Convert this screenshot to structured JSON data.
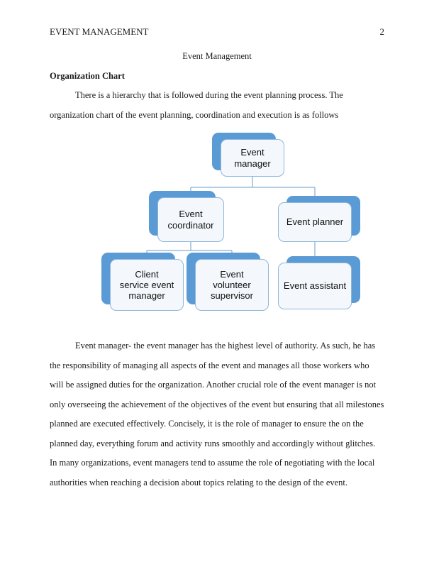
{
  "header": {
    "running_head": "EVENT MANAGEMENT",
    "page_number": "2"
  },
  "document": {
    "title": "Event Management",
    "heading": "Organization Chart",
    "intro_paragraph": "There is a hierarchy that is followed during the event planning process. The organization chart of the event planning, coordination and execution is as follows",
    "body_paragraph": "Event manager- the event manager has the highest level of authority. As such, he has the responsibility of managing all aspects of the event and manages all those workers who will be assigned duties for the organization. Another crucial role of the event manager is not only overseeing the achievement of the objectives of the event but ensuring that all milestones planned are executed effectively. Concisely, it is the role of manager to ensure the on the planned day, everything forum and activity runs smoothly and accordingly without glitches. In many organizations, event managers tend to assume the role of negotiating with the local authorities when reaching a decision about topics relating to the design of the event."
  },
  "org_chart": {
    "accent_color": "#5b9bd5",
    "nodes": {
      "manager": {
        "label": "Event manager"
      },
      "coordinator": {
        "label": "Event coordinator"
      },
      "planner": {
        "label": "Event planner"
      },
      "client_service": {
        "label": "Client service event manager"
      },
      "volunteer": {
        "label": "Event volunteer supervisor"
      },
      "assistant": {
        "label": "Event assistant"
      }
    }
  }
}
